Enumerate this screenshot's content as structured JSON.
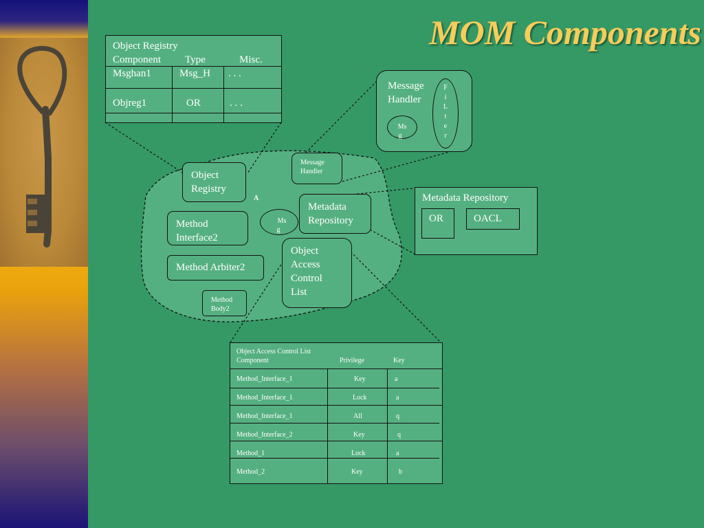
{
  "title": "MOM Components",
  "colors": {
    "background": "#359966",
    "box_fill": "#55b081",
    "title": "#f6cc5a",
    "line": "#111111"
  },
  "icons": {
    "key": "key-icon"
  },
  "object_registry_table": {
    "title": "Object Registry",
    "headers": [
      "Component",
      "Type",
      "Misc."
    ],
    "rows": [
      [
        "Msghan1",
        "Msg_H",
        ". . ."
      ],
      [
        "Objreg1",
        "OR",
        ". . ."
      ]
    ]
  },
  "message_handler_detail": {
    "label_line1": "Message",
    "label_line2": "Handler",
    "filter_letters": [
      "F",
      "i",
      "L",
      "t",
      "e",
      "r"
    ],
    "msg_line1": "Ms",
    "msg_line2": "g"
  },
  "cloud": {
    "object_registry_line1": "Object",
    "object_registry_line2": "Registry",
    "message_handler_line1": "Message",
    "message_handler_line2": "Handler",
    "marker": "A",
    "metadata_repository_line1": "Metadata",
    "metadata_repository_line2": "Repository",
    "method_interface_line1": "Method",
    "method_interface_line2": "Interface2",
    "msg_line1": "Ms",
    "msg_line2": "g",
    "method_arbiter": "Method Arbiter2",
    "oacl_line1": "Object",
    "oacl_line2": "Access",
    "oacl_line3": "Control",
    "oacl_line4": "List",
    "method_body_line1": "Method",
    "method_body_line2": "Body2"
  },
  "metadata_repository_detail": {
    "title": "Metadata Repository",
    "item1": "OR",
    "item2": "OACL"
  },
  "oacl_table": {
    "title": "Object Access Control List",
    "headers": [
      "Component",
      "Privilege",
      "Key"
    ],
    "rows": [
      [
        "Method_Interface_1",
        "Key",
        "a"
      ],
      [
        "Method_Interface_1",
        "Lock",
        "a"
      ],
      [
        "Method_Interface_1",
        "All",
        "q"
      ],
      [
        "Method_Interface_2",
        "Key",
        "q"
      ],
      [
        "Method_1",
        "Lock",
        "a"
      ],
      [
        "Method_2",
        "Key",
        "b"
      ]
    ]
  }
}
